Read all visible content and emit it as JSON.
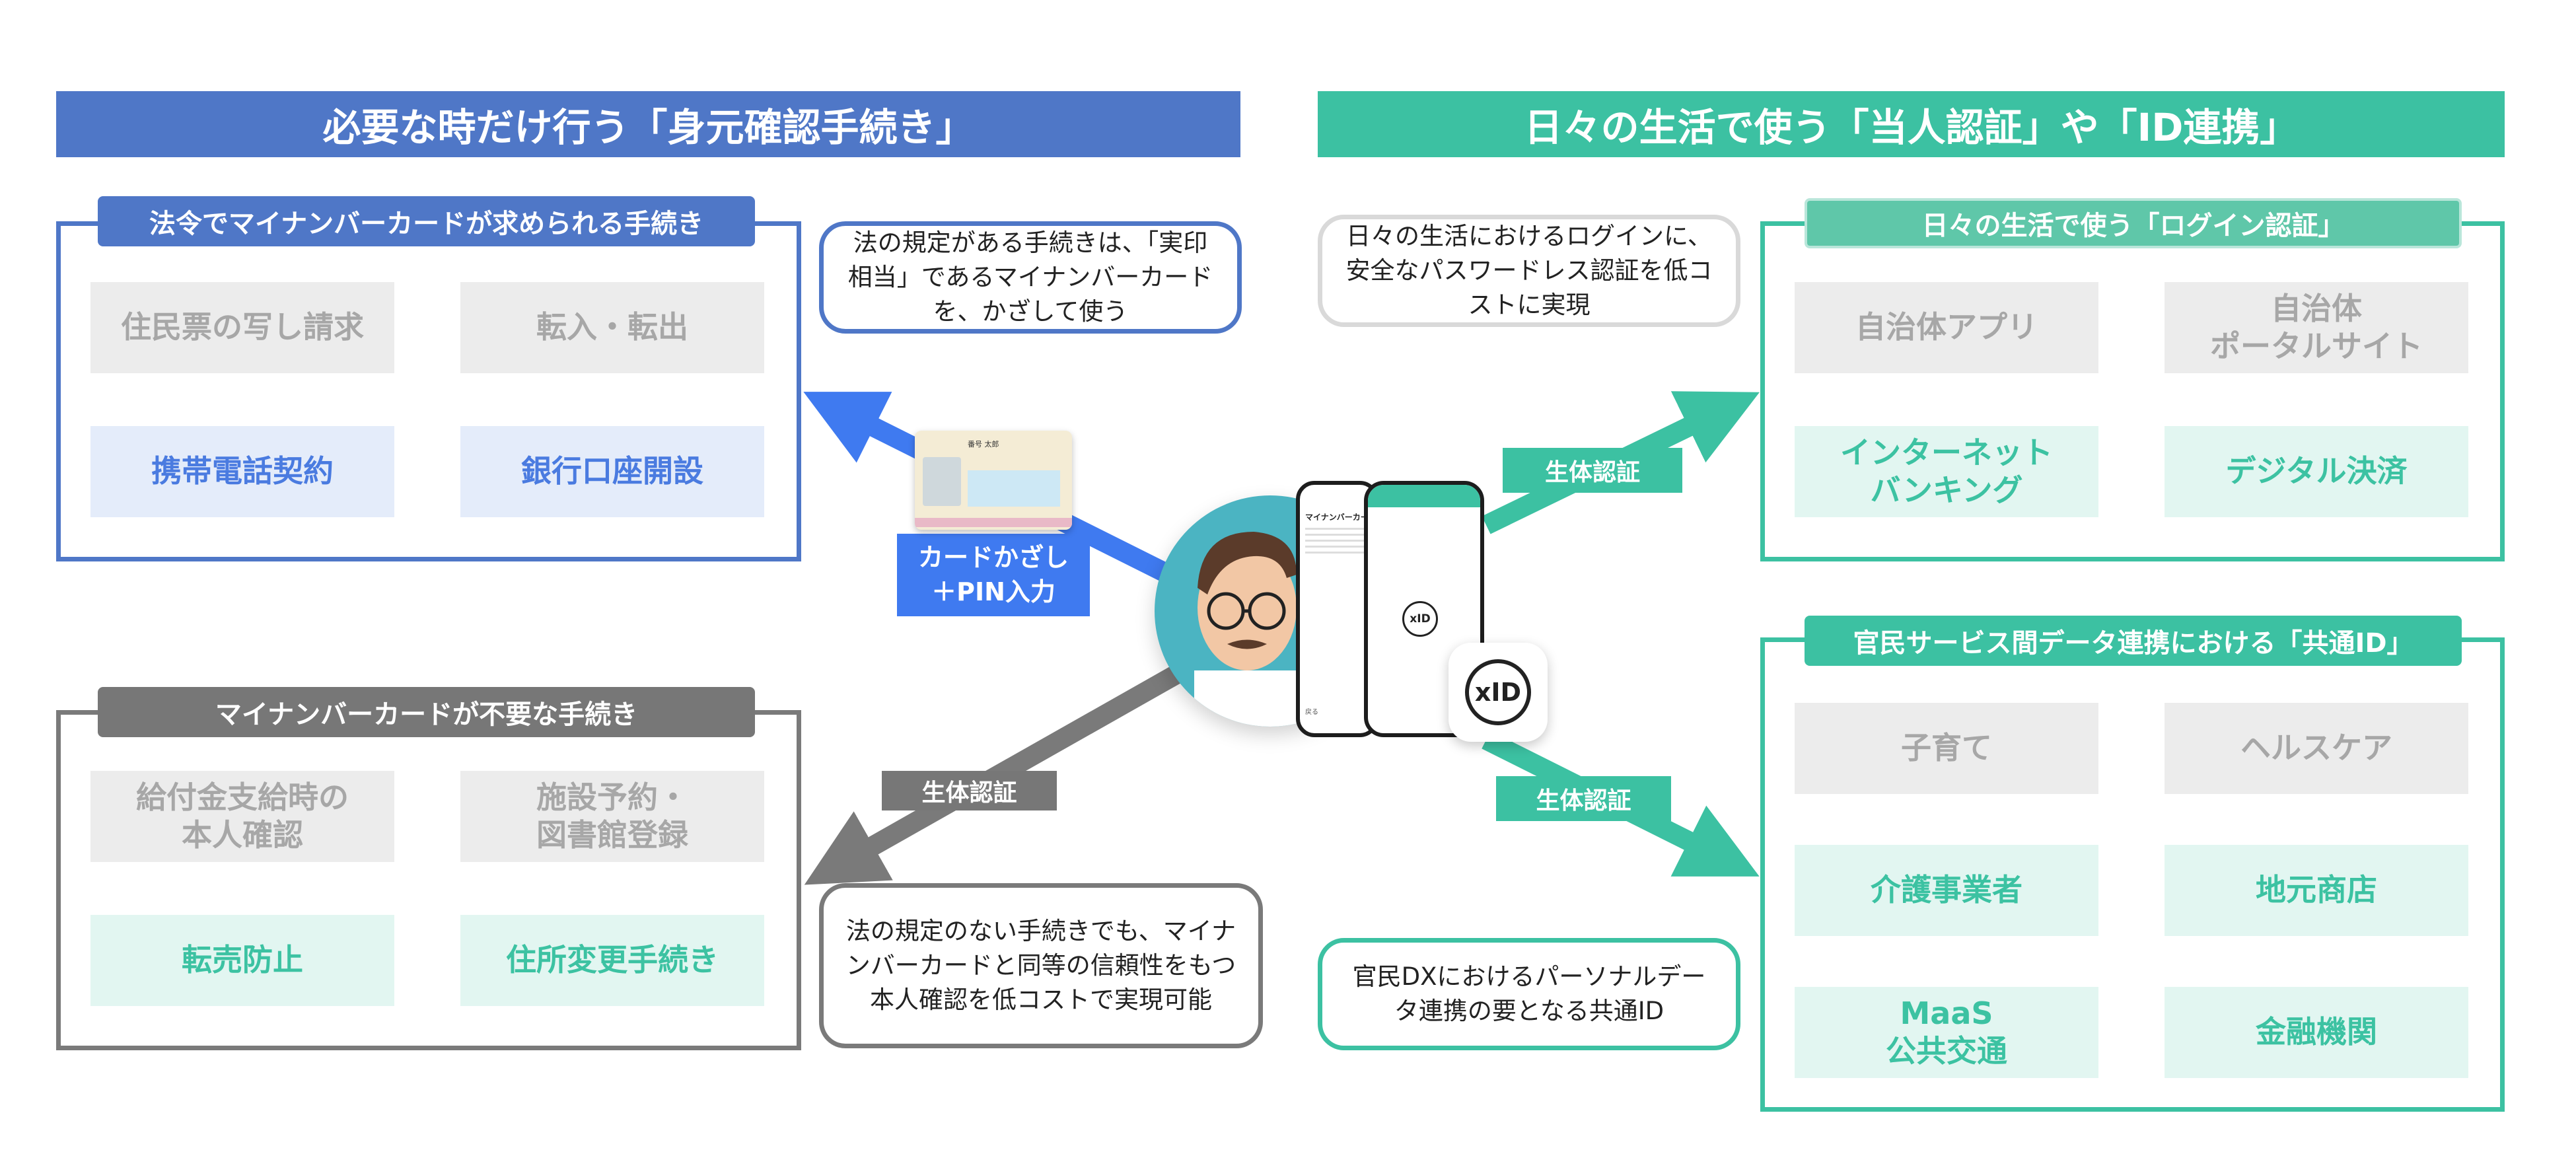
{
  "left_banner": "必要な時だけ行う「身元確認手続き」",
  "right_banner": "日々の生活で使う「当人認証」や「ID連携」",
  "panel_required": {
    "tab": "法令でマイナンバーカードが求められる手続き",
    "tiles": [
      "住民票の写し請求",
      "転入・転出",
      "携帯電話契約",
      "銀行口座開設"
    ]
  },
  "panel_not_required": {
    "tab": "マイナンバーカードが不要な手続き",
    "tiles": [
      "給付金支給時の\n本人確認",
      "施設予約・\n図書館登録",
      "転売防止",
      "住所変更手続き"
    ]
  },
  "panel_login": {
    "tab": "日々の生活で使う「ログイン認証」",
    "tiles": [
      "自治体アプリ",
      "自治体\nポータルサイト",
      "インターネット\nバンキング",
      "デジタル決済"
    ]
  },
  "panel_common_id": {
    "tab": "官民サービス間データ連携における「共通ID」",
    "tiles": [
      "子育て",
      "ヘルスケア",
      "介護事業者",
      "地元商店",
      "MaaS\n公共交通",
      "金融機関"
    ]
  },
  "notes": {
    "legal_card": "法の規定がある手続きは、「実印相当」であるマイナンバーカードを、かざして使う",
    "no_legal": "法の規定のない手続きでも、マイナンバーカードと同等の信頼性をもつ本人確認を低コストで実現可能",
    "login": "日々の生活におけるログインに、安全なパスワードレス認証を低コストに実現",
    "common_id": "官民DXにおけるパーソナルデータ連携の要となる共通ID"
  },
  "arrow_labels": {
    "card": "カードかざし\n＋PIN入力",
    "bio_left": "生体認証",
    "bio_right_top": "生体認証",
    "bio_right_bottom": "生体認証"
  },
  "phone": {
    "screen_title": "マイナンバーカード",
    "logo_small": "xID",
    "button_back": "戻る"
  },
  "id_card": {
    "name": "番号 太郎"
  },
  "app_badge": "xID",
  "colors": {
    "blue": "#4f77c7",
    "blue_bright": "#3f7af0",
    "teal": "#3cc1a2",
    "gray": "#777777"
  }
}
